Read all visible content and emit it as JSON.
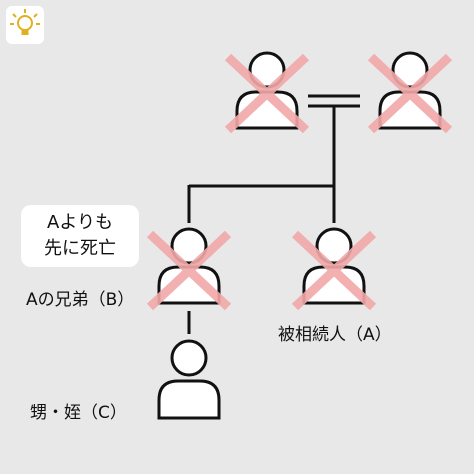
{
  "note": {
    "line1": "Aよりも",
    "line2": "先に死亡"
  },
  "labels": {
    "sibling_b": "Aの兄弟（B）",
    "decedent_a": "被相続人（A）",
    "nephew_niece_c": "甥・姪（C）"
  },
  "colors": {
    "background": "#e8e8e8",
    "person_outline": "#111111",
    "deceased_cross": "#f2a8a8",
    "logo_bulb": "#e0b020",
    "lines": "#111111"
  },
  "icons": {
    "logo": "lightbulb-icon",
    "person": "person-icon",
    "deceased": "cross-mark-icon"
  },
  "persons": [
    {
      "id": "parent-left",
      "deceased": true
    },
    {
      "id": "parent-right",
      "deceased": true
    },
    {
      "id": "sibling-b",
      "deceased": true
    },
    {
      "id": "decedent-a",
      "deceased": true
    },
    {
      "id": "nephew-niece-c",
      "deceased": false
    }
  ]
}
